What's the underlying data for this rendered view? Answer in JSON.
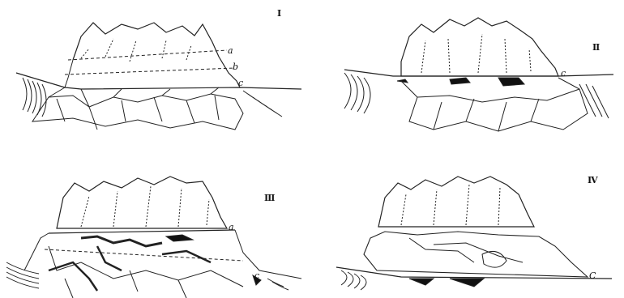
{
  "panels": [
    {
      "numeral": "I",
      "labels": {
        "a": "a",
        "b": "b",
        "c": "c"
      }
    },
    {
      "numeral": "II",
      "labels": {
        "c": "c"
      }
    },
    {
      "numeral": "III",
      "labels": {
        "a": "a",
        "c": "c"
      }
    },
    {
      "numeral": "IV",
      "labels": {
        "c": "C"
      }
    }
  ]
}
